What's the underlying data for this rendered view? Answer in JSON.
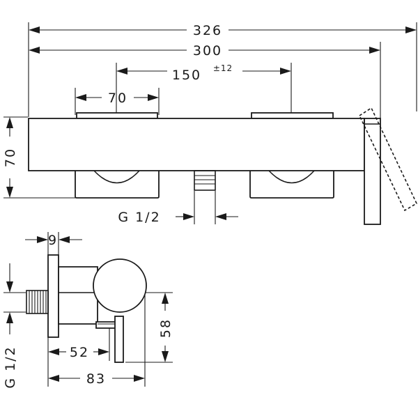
{
  "dimensions": {
    "overall_width": "326",
    "body_width": "300",
    "handle_spacing": "150",
    "handle_spacing_tolerance": "±12",
    "handle_width": "70",
    "body_height": "70",
    "inlet_thread_front": "G 1/2",
    "wall_plate_depth": "9",
    "side_thread": "G 1/2",
    "spout_offset": "52",
    "handle_projection": "83",
    "side_height": "58"
  }
}
